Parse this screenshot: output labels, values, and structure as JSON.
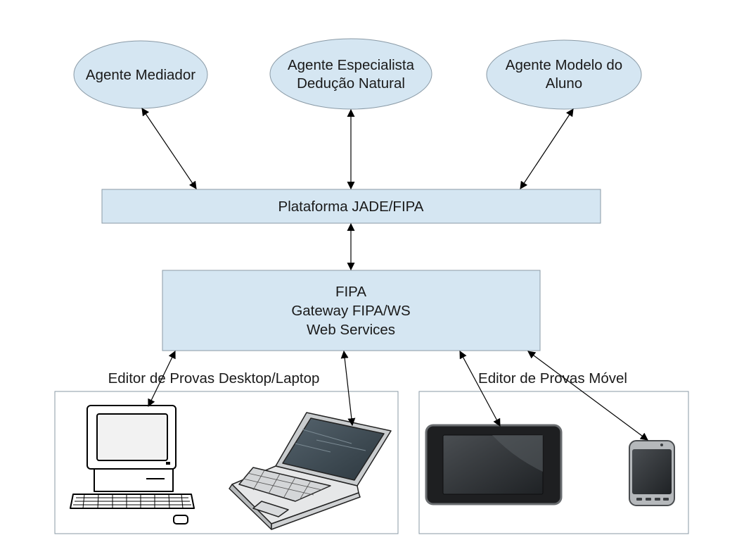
{
  "nodes": {
    "mediador": {
      "label": "Agente Mediador"
    },
    "especialista": {
      "line1": "Agente Especialista",
      "line2": "Dedução Natural"
    },
    "modelo": {
      "line1": "Agente Modelo do",
      "line2": "Aluno"
    },
    "plataforma": {
      "label": "Plataforma JADE/FIPA"
    },
    "gateway": {
      "line1": "FIPA",
      "line2": "Gateway FIPA/WS",
      "line3": "Web Services"
    }
  },
  "groups": {
    "desktop": {
      "label": "Editor de Provas Desktop/Laptop"
    },
    "movel": {
      "label": "Editor de Provas Móvel"
    }
  },
  "colors": {
    "box_fill": "#d5e6f2",
    "box_stroke": "#8a9aa6",
    "line": "#000000"
  },
  "icons": [
    "desktop-computer-icon",
    "laptop-icon",
    "tablet-icon",
    "smartphone-icon"
  ]
}
